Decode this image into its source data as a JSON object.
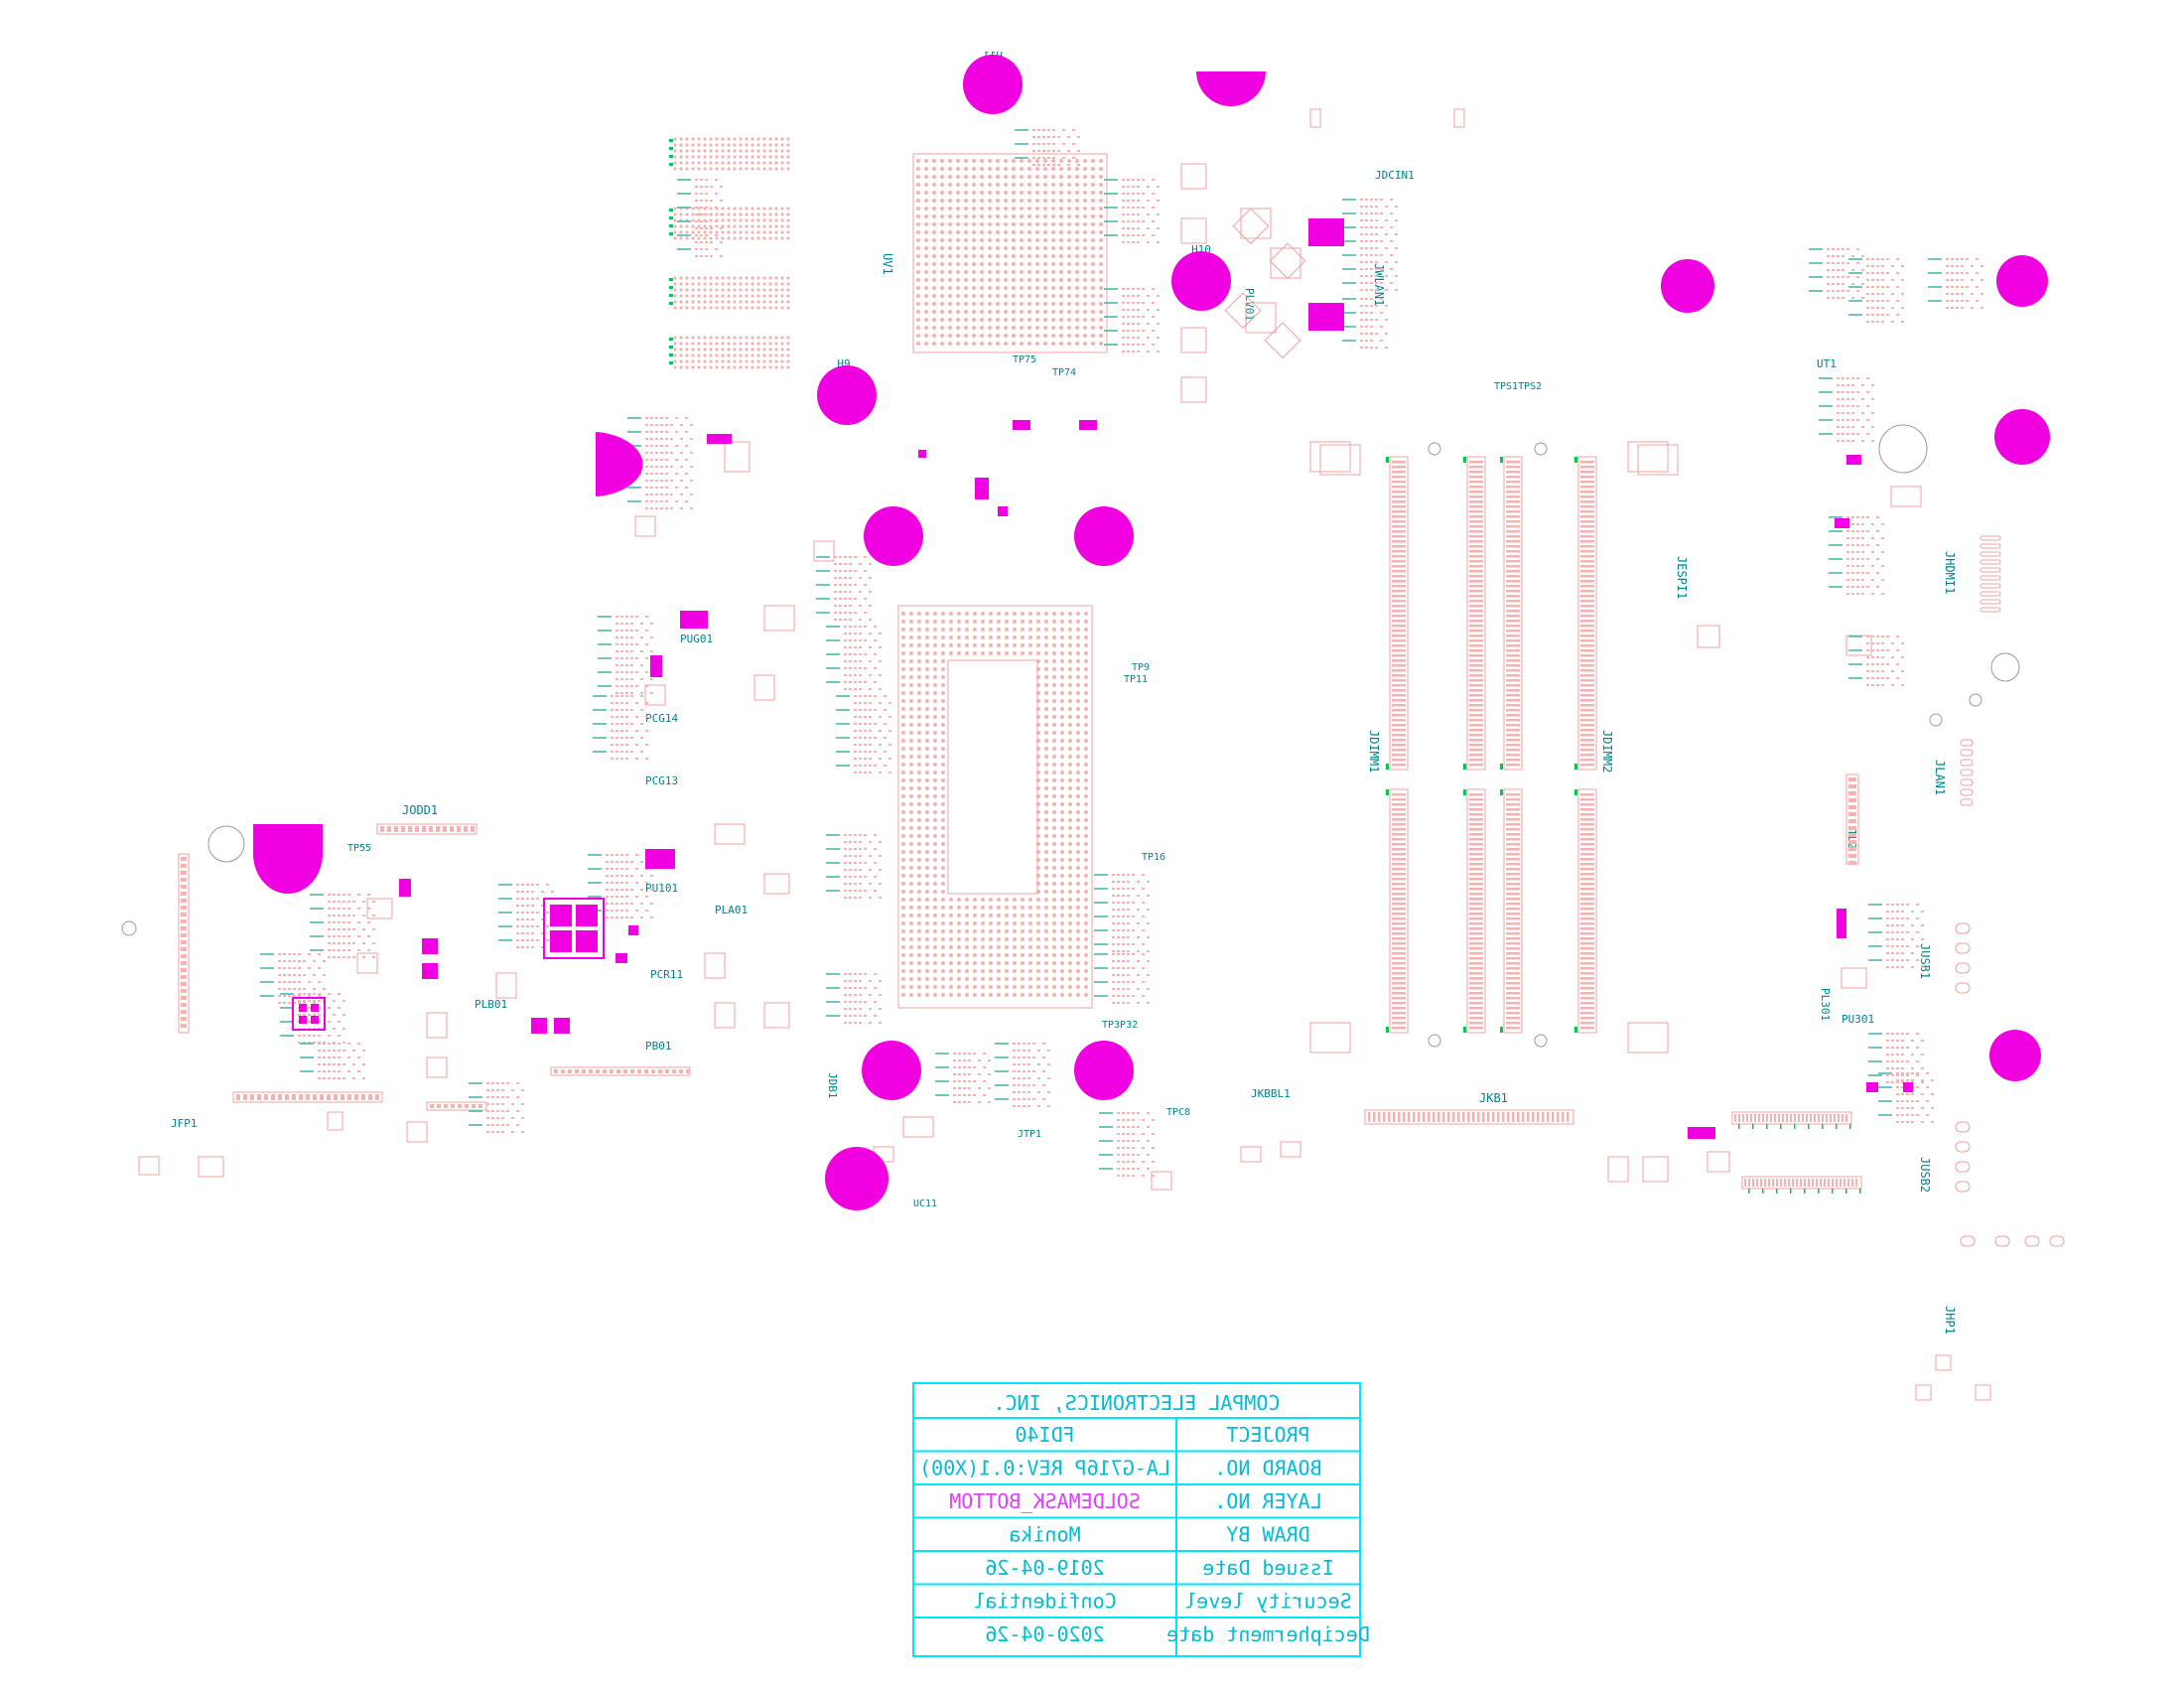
{
  "colors": {
    "magenta": "#f000e0",
    "pad": "#f4b3b3",
    "label": "#00838f",
    "titleblock": "#00e5ff",
    "green": "#00c853"
  },
  "labels": {
    "h11": "H11",
    "h10": "H10",
    "h9": "H9",
    "uv1": "UV1",
    "jdimm1": "JDIMM1",
    "jdimm2": "JDIMM2",
    "jkb1": "JKB1",
    "jkbbl1": "JKBBL1",
    "jodd1": "JODD1",
    "jlan1": "JLAN1",
    "jwlan1": "JWLAN1",
    "jhdmi1": "JHDMI1",
    "jusb1": "JUSB1",
    "jusb2": "JUSB2",
    "jhp1": "JHP1",
    "jespi1": "JESPI1",
    "jfp1": "JFP1",
    "jdb1": "JDB1",
    "jdcin1": "JDCIN1",
    "ut1": "UT1",
    "pug01": "PUG01",
    "pu101": "PU101",
    "plb01": "PLB01",
    "pla01": "PLA01",
    "plv01": "PLV01",
    "pl301": "PL301",
    "pu301": "PU301",
    "tp9": "TP9",
    "tp11": "TP11",
    "tp16": "TP16",
    "tp55": "TP55",
    "tl2": "TL2",
    "tp75": "TP75",
    "tp74": "TP74",
    "tpc8": "TPC8",
    "pcg14": "PCG14",
    "pcg13": "PCG13",
    "pcr11": "PCR11",
    "pb01": "PB01",
    "uc11": "UC11",
    "jtp1": "JTP1",
    "tp32": "TP3P32",
    "tps2": "TPS1TPS2"
  },
  "title_block": {
    "company": "COMPAL ELECTRONICS, INC.",
    "rows": [
      {
        "label": "PROJECT",
        "value": "FDI40"
      },
      {
        "label": "BOARD NO.",
        "value": "LA-G716P REV:0.1(X00)"
      },
      {
        "label": "LAYER NO.",
        "value": "SOLDEMASK_BOTTOM"
      },
      {
        "label": "DRAW BY",
        "value": "Monika"
      },
      {
        "label": "Issued Date",
        "value": "2019-04-26"
      },
      {
        "label": "Security level",
        "value": "Confidential"
      },
      {
        "label": "Decipherment date",
        "value": "2020-04-26"
      }
    ]
  }
}
